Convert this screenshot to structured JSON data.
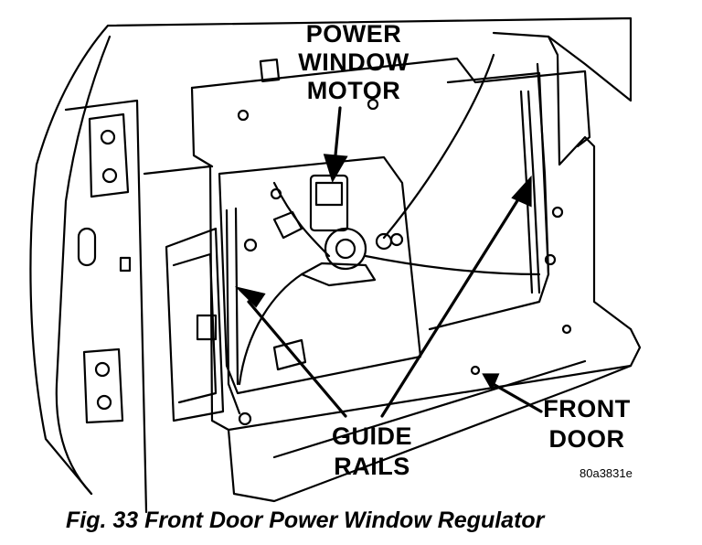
{
  "labels": {
    "motor": [
      "POWER",
      "WINDOW",
      "MOTOR"
    ],
    "rails": [
      "GUIDE",
      "RAILS"
    ],
    "door": [
      "FRONT",
      "DOOR"
    ]
  },
  "figure_code": "80a3831e",
  "caption": "Fig. 33 Front Door Power Window Regulator",
  "colors": {
    "ink": "#000000",
    "paper": "#ffffff"
  }
}
